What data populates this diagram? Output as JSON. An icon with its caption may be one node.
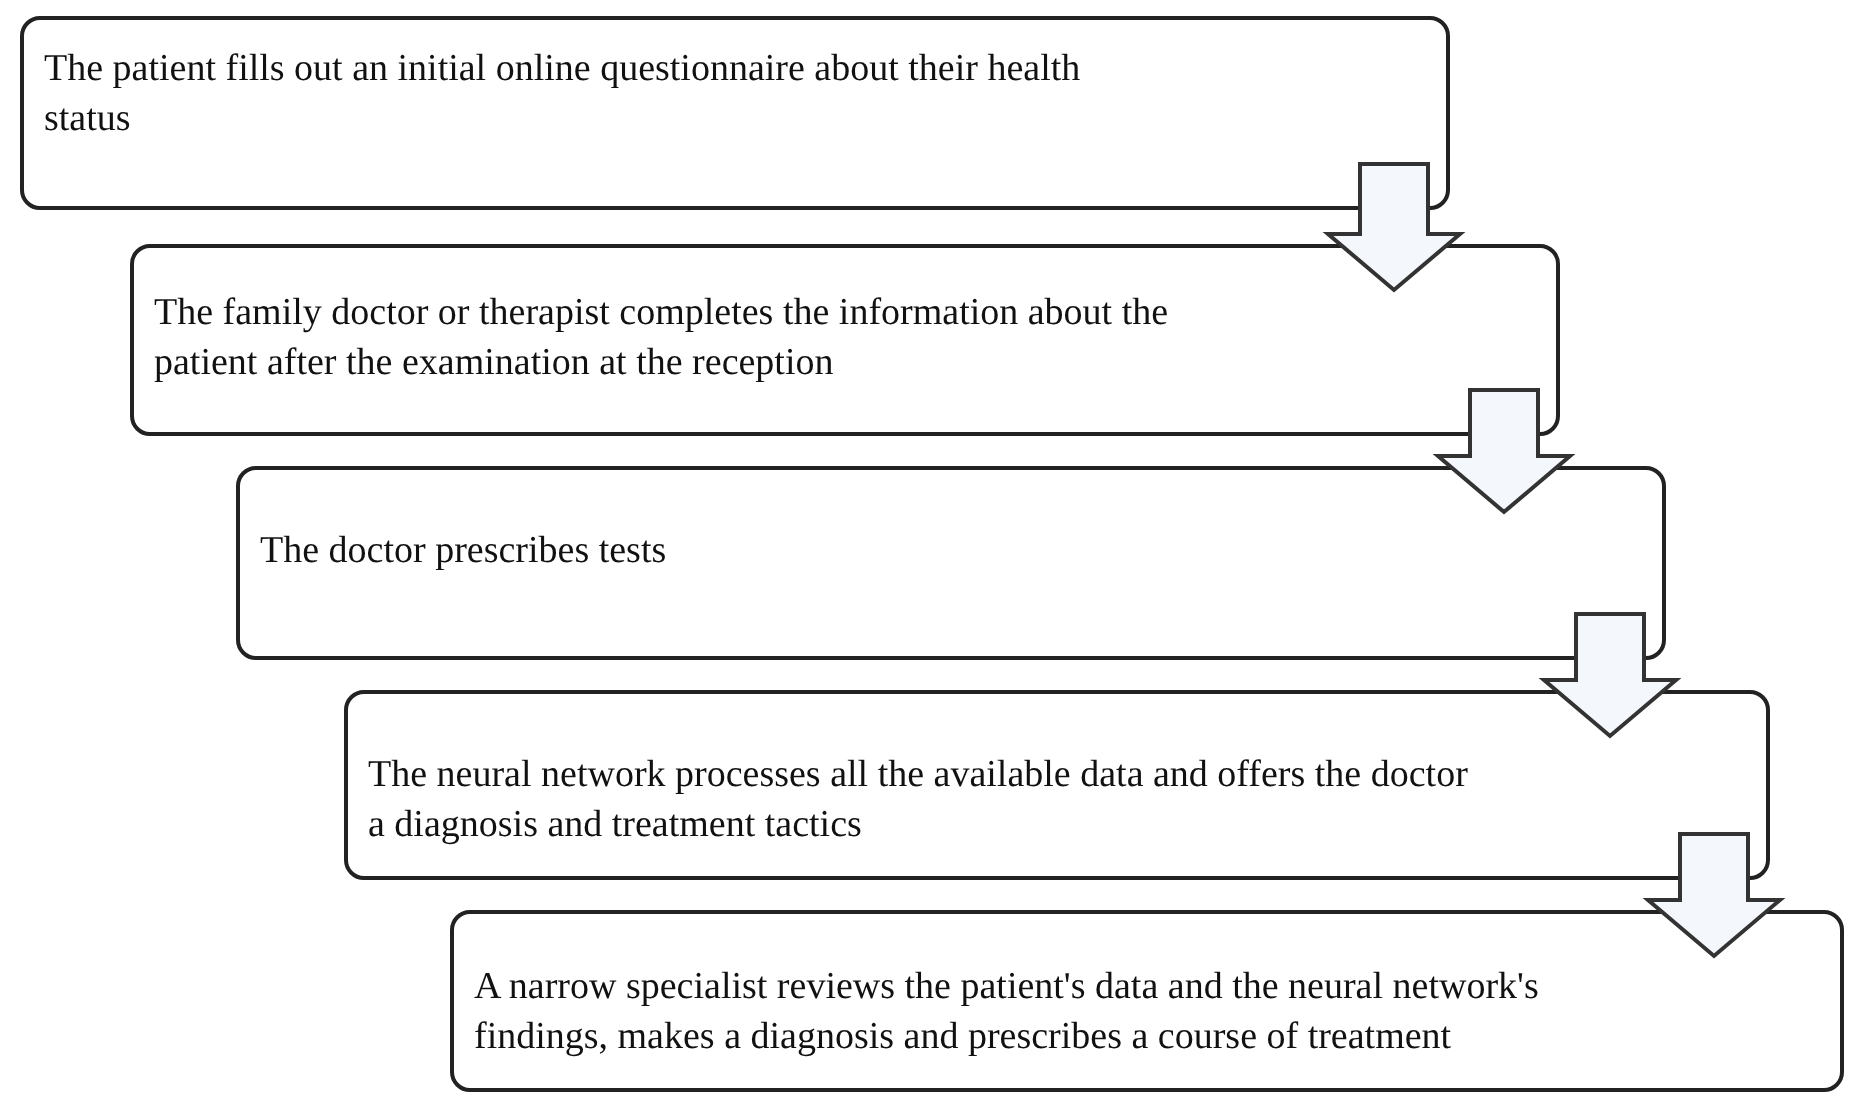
{
  "diagram": {
    "nodes": [
      {
        "text": [
          "The patient fills out an initial online questionnaire about their health status"
        ]
      },
      {
        "text": [
          "The family doctor or therapist completes the information about the patient after the examination at the reception"
        ]
      },
      {
        "text": [
          "The doctor prescribes tests"
        ]
      },
      {
        "text": [
          "The neural network processes all the available data and offers the doctor a diagnosis and treatment tactics"
        ]
      },
      {
        "text": [
          "A narrow specialist reviews the patient's data and the neural network's findings, makes a diagnosis and prescribes a course of treatment"
        ]
      }
    ],
    "edges": [
      {
        "from": 0,
        "to": 1,
        "arrow": "to"
      },
      {
        "from": 1,
        "to": 2,
        "arrow": "to"
      },
      {
        "from": 2,
        "to": 3,
        "arrow": "to"
      },
      {
        "from": 3,
        "to": 4,
        "arrow": "to"
      }
    ]
  }
}
